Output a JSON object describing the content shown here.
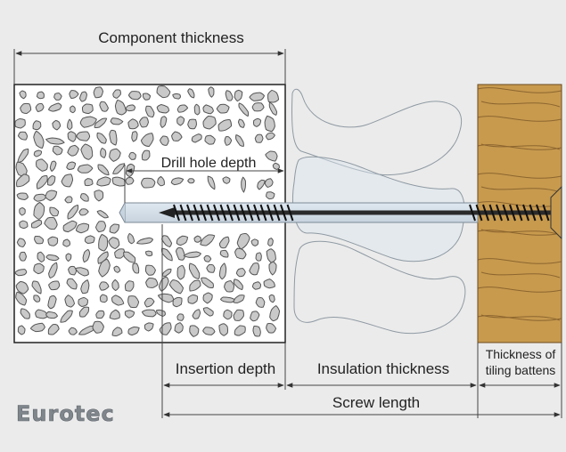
{
  "labels": {
    "component_thickness": "Component thickness",
    "drill_hole_depth": "Drill hole depth",
    "insertion_depth": "Insertion depth",
    "insulation_thickness": "Insulation thickness",
    "batten_line1": "Thickness of",
    "batten_line2": "tiling battens",
    "screw_length": "Screw length"
  },
  "logo": {
    "text": "Eurotec"
  },
  "colors": {
    "background": "#ebebeb",
    "concrete": "#ffffff",
    "stone": "#c9c9c9",
    "wood": "#c79a4e",
    "wood_grain": "#7a5424",
    "insulation_line": "#8f9aa3",
    "screw": "#1f1f1f",
    "dimension_line": "#444444",
    "logo": "#7f868c"
  }
}
